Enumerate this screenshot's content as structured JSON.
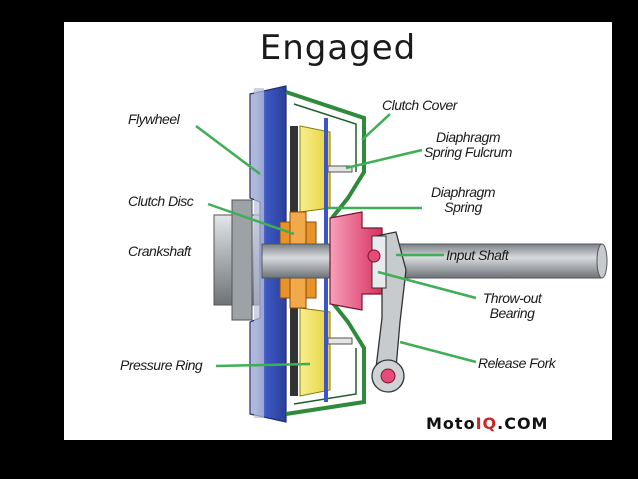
{
  "title": "Engaged",
  "labels": {
    "flywheel": "Flywheel",
    "clutch_disc": "Clutch Disc",
    "crankshaft": "Crankshaft",
    "pressure_ring": "Pressure Ring",
    "clutch_cover": "Clutch Cover",
    "diaphragm_spring_fulcrum_1": "Diaphragm",
    "diaphragm_spring_fulcrum_2": "Spring Fulcrum",
    "diaphragm_spring_1": "Diaphragm",
    "diaphragm_spring_2": "Spring",
    "input_shaft": "Input Shaft",
    "throwout_bearing_1": "Throw-out",
    "throwout_bearing_2": "Bearing",
    "release_fork": "Release Fork"
  },
  "logo": {
    "part1": "Moto",
    "part2": "IQ",
    "part3": ".COM"
  },
  "colors": {
    "flywheel": "#4a63c8",
    "clutch_cover": "#2f8a3c",
    "pressure_ring": "#f5e86a",
    "disc_hub": "#e8922a",
    "bearing": "#e64a7a",
    "shaft": "#9aa0a6",
    "leader_line": "#3fae54"
  }
}
